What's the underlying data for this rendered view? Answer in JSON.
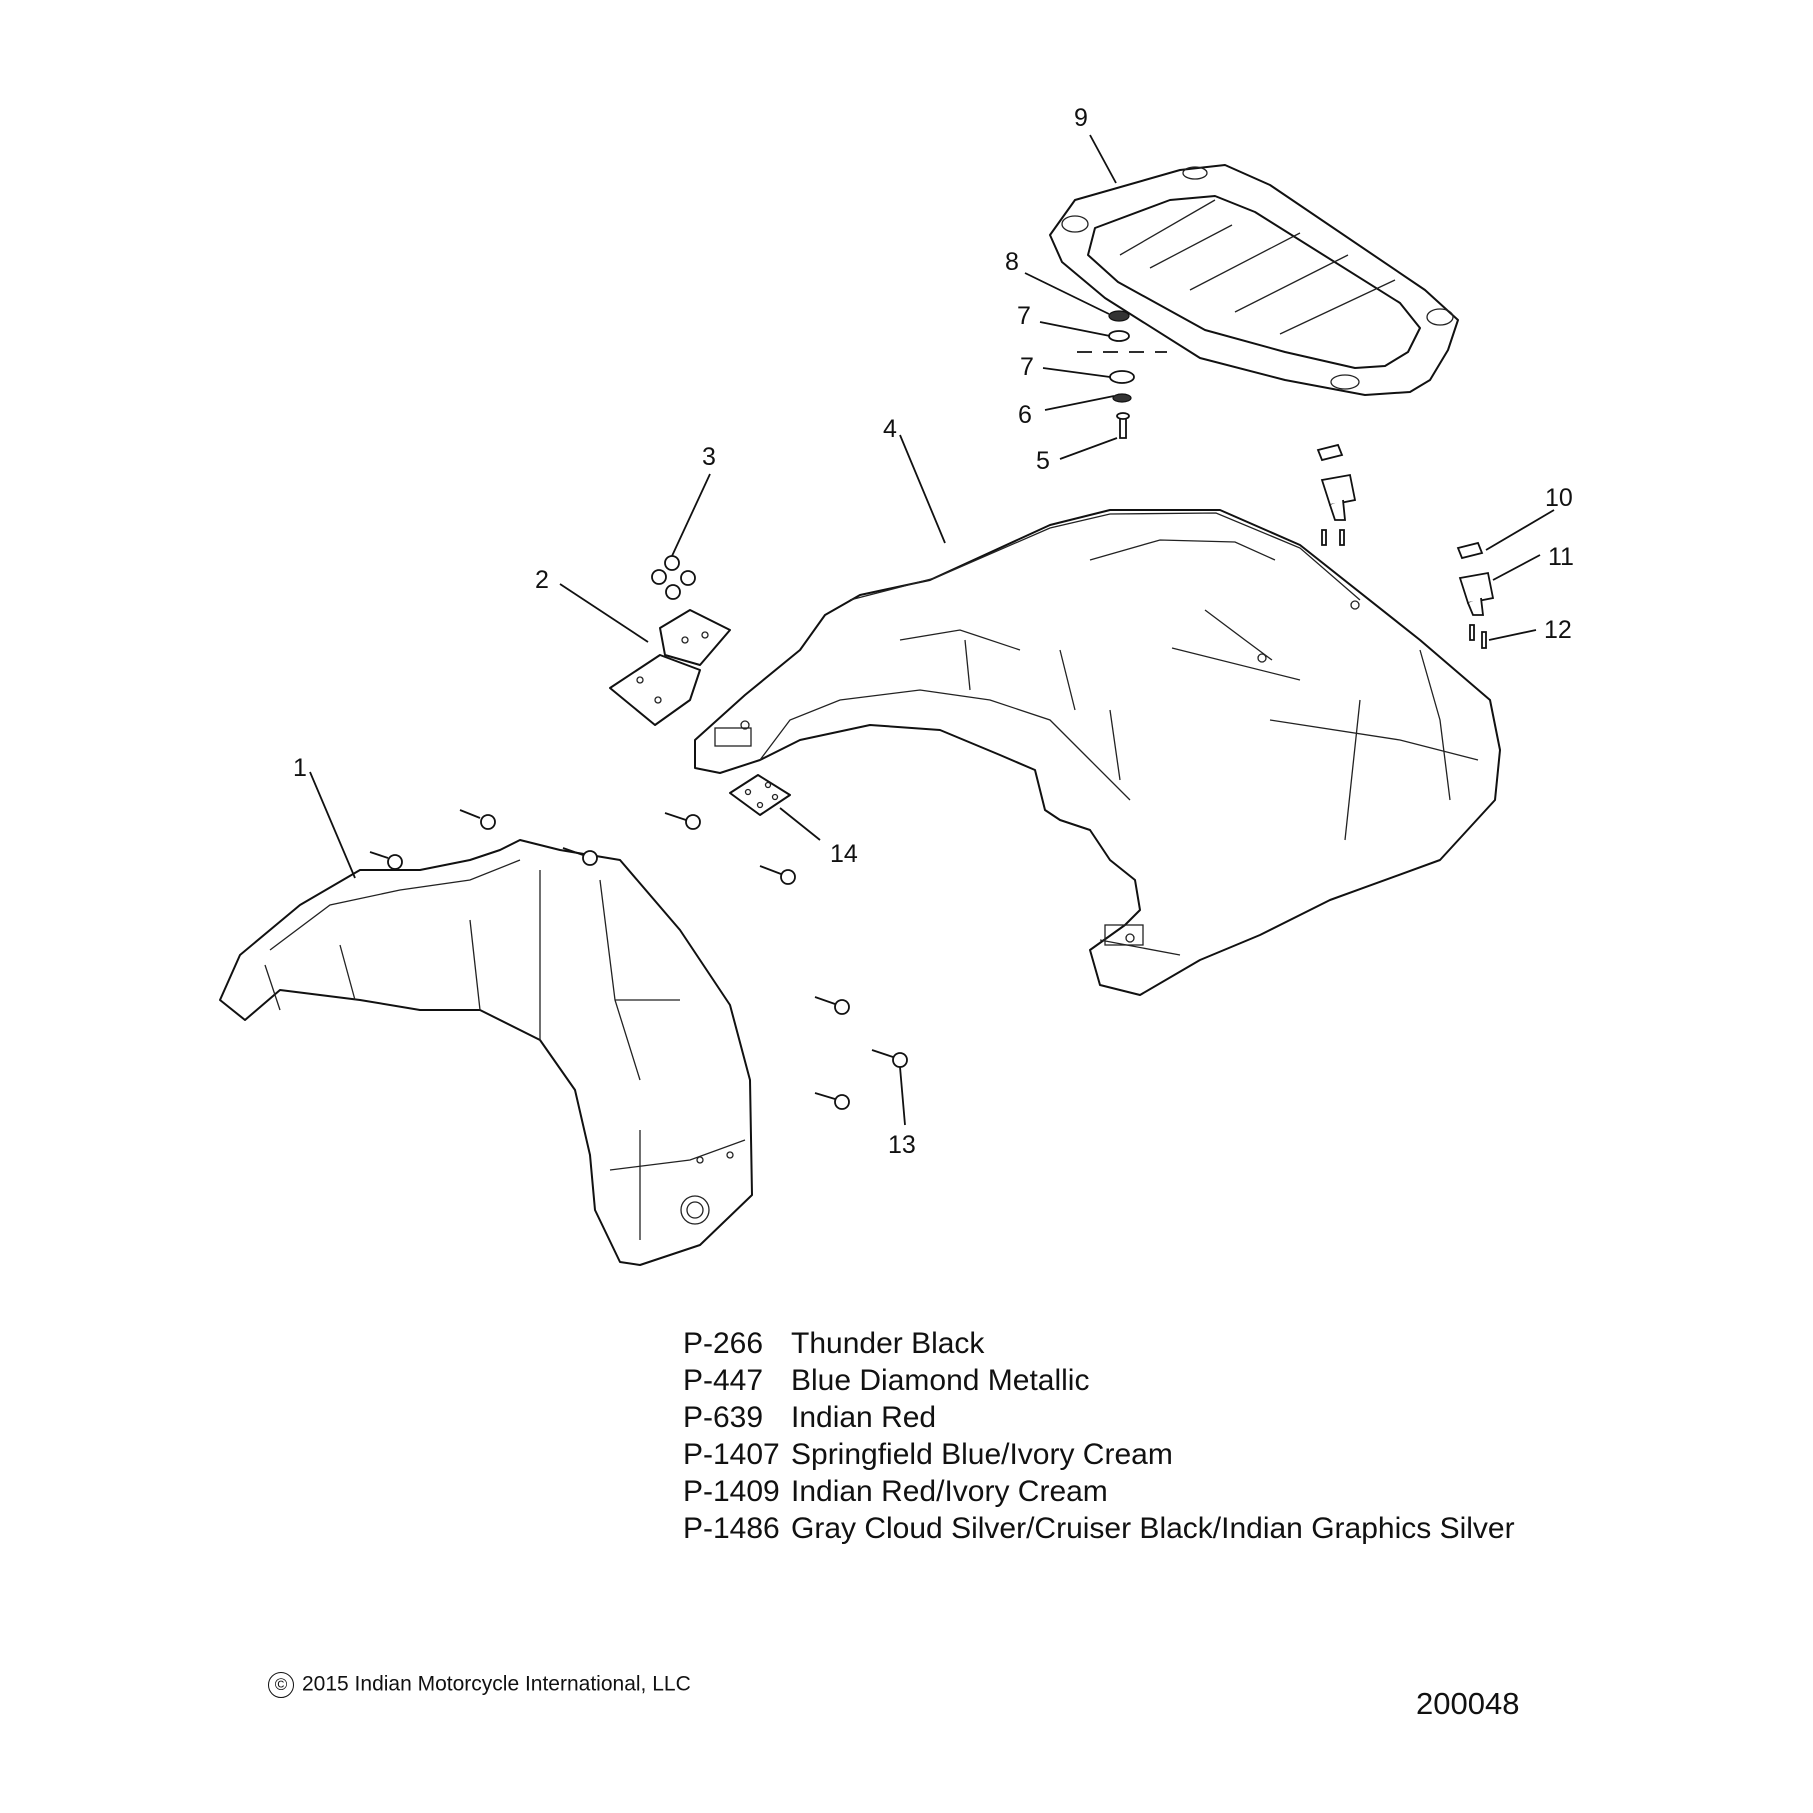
{
  "callouts": {
    "c1": "1",
    "c2": "2",
    "c3": "3",
    "c4": "4",
    "c5": "5",
    "c6": "6",
    "c7a": "7",
    "c7b": "7",
    "c8": "8",
    "c9": "9",
    "c10": "10",
    "c11": "11",
    "c12": "12",
    "c13": "13",
    "c14": "14"
  },
  "paint_codes": [
    {
      "code": "P-266",
      "name": "Thunder Black"
    },
    {
      "code": "P-447",
      "name": "Blue Diamond Metallic"
    },
    {
      "code": "P-639",
      "name": "Indian Red"
    },
    {
      "code": "P-1407",
      "name": "Springfield Blue/Ivory Cream"
    },
    {
      "code": "P-1409",
      "name": "Indian Red/Ivory Cream"
    },
    {
      "code": "P-1486",
      "name": "Gray Cloud Silver/Cruiser Black/Indian Graphics Silver"
    }
  ],
  "footer": {
    "copyright_symbol": "©",
    "copyright": "2015 Indian Motorcycle International, LLC",
    "drawing_number": "200048"
  },
  "colors": {
    "line": "#111111",
    "background": "#ffffff"
  }
}
